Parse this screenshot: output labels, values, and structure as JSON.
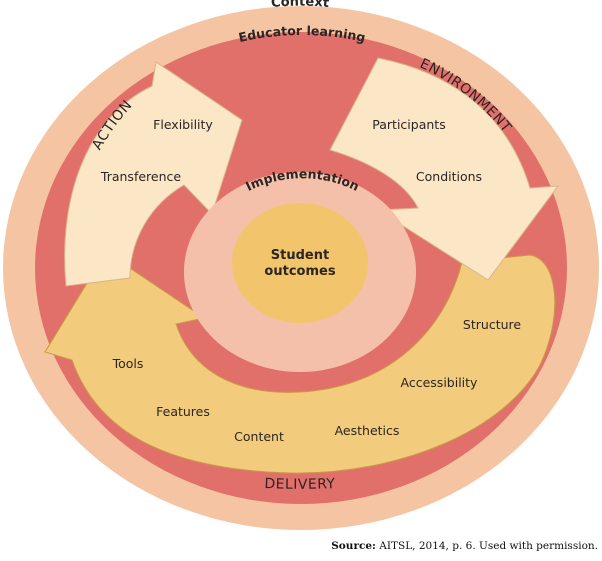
{
  "rings": {
    "outer_label": "Context",
    "middle_label": "Educator learning",
    "inner_label": "Implementation",
    "center_label_line1": "Student",
    "center_label_line2": "outcomes"
  },
  "arrows": {
    "action": {
      "title": "ACTION",
      "items": [
        "Flexibility",
        "Transference"
      ]
    },
    "environment": {
      "title": "ENVIRONMENT",
      "items": [
        "Participants",
        "Conditions"
      ]
    },
    "delivery": {
      "title": "DELIVERY",
      "items": [
        "Tools",
        "Features",
        "Content",
        "Aesthetics",
        "Accessibility",
        "Structure"
      ]
    }
  },
  "source": {
    "label": "Source:",
    "text": "AITSL, 2014, p. 6. Used with permission."
  },
  "colors": {
    "outer_ring": "#f5c5a3",
    "middle_ring": "#e2706a",
    "inner_ring": "#f4c0aa",
    "center": "#f2c46c",
    "light_arrow": "#fbe6c6",
    "delivery_arrow": "#f2cb7c"
  }
}
